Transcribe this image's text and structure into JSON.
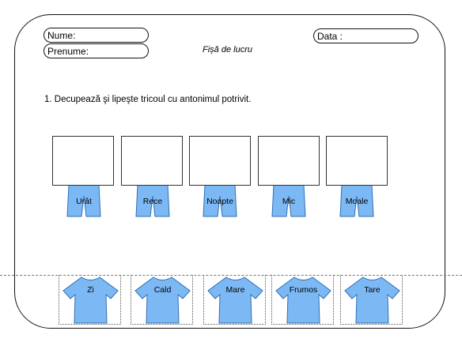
{
  "header": {
    "name_label": "Nume:",
    "surname_label": "Prenume:",
    "date_label": "Data :",
    "title": "Fișă de lucru"
  },
  "instruction": "1. Decupează şi lipeşte tricoul cu antonimul potrivit.",
  "targets": [
    {
      "word": "Urât"
    },
    {
      "word": "Rece"
    },
    {
      "word": "Noapte"
    },
    {
      "word": "Mic"
    },
    {
      "word": "Moale"
    }
  ],
  "cutouts": [
    {
      "word": "Zi"
    },
    {
      "word": "Cald"
    },
    {
      "word": "Mare"
    },
    {
      "word": "Frumos"
    },
    {
      "word": "Tare"
    }
  ],
  "colors": {
    "garment_fill": "#7cb9f4",
    "garment_stroke": "#2f6fb5"
  }
}
